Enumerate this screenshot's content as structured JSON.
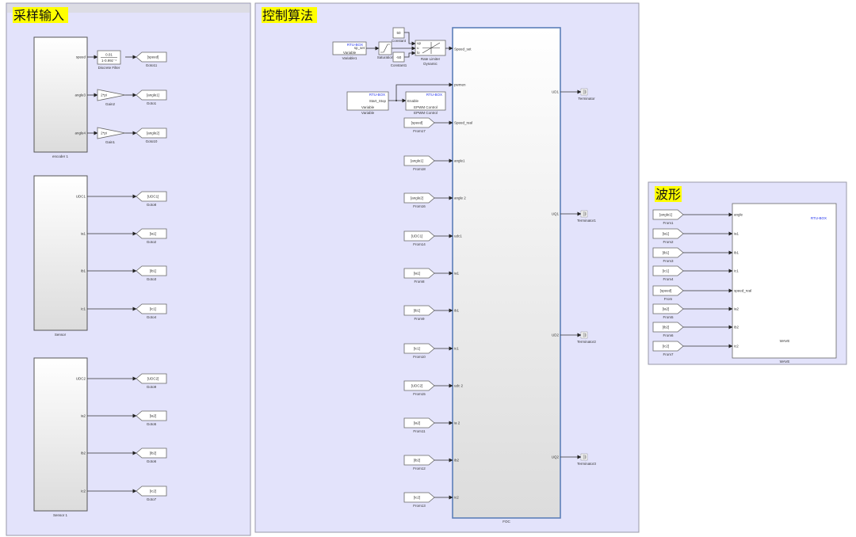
{
  "colors": {
    "panel_fill": "#e3e3fb",
    "panel_border": "#9a9aa8",
    "title_highlight": "#ffff00",
    "rtu_text": "#2233ee",
    "foc_border": "#5c7fb8"
  },
  "sampling": {
    "title": "采样输入",
    "subsystems": [
      {
        "label": "encoder 1",
        "ports": [
          "speed",
          "angle3",
          "angle4"
        ]
      },
      {
        "label": "Sensor",
        "ports": [
          "UDC1",
          "ia1",
          "ib1",
          "ic1"
        ]
      },
      {
        "label": "Sensor 1",
        "ports": [
          "UDC2",
          "ia2",
          "ib2",
          "ic2"
        ]
      }
    ],
    "discrete_filter": {
      "num": "0.01",
      "den": "1-0.99z⁻¹",
      "label": "Discrete Filter"
    },
    "gains": [
      {
        "value": "2*pi",
        "label": "Gain2"
      },
      {
        "value": "2*pi",
        "label": "Gain1"
      }
    ],
    "gotos": [
      [
        {
          "tag": "[speed]",
          "label": "Goto11"
        },
        {
          "tag": "[angle1]",
          "label": "Goto1"
        },
        {
          "tag": "[angle2]",
          "label": "Goto10"
        }
      ],
      [
        {
          "tag": "[UDC1]",
          "label": "Goto8"
        },
        {
          "tag": "[ia1]",
          "label": "Goto2"
        },
        {
          "tag": "[ib1]",
          "label": "Goto3"
        },
        {
          "tag": "[ic1]",
          "label": "Goto4"
        }
      ],
      [
        {
          "tag": "[UDC2]",
          "label": "Goto9"
        },
        {
          "tag": "[ia2]",
          "label": "Goto5"
        },
        {
          "tag": "[ib2]",
          "label": "Goto6"
        },
        {
          "tag": "[ic2]",
          "label": "Goto7"
        }
      ]
    ]
  },
  "control": {
    "title": "控制算法",
    "variable1": {
      "brand": "RTU-BOX",
      "port": "sp_set",
      "type": "Variable",
      "label": "Variable1"
    },
    "saturation": {
      "label": "Saturation"
    },
    "constant": {
      "value": "50",
      "label": "Constant"
    },
    "constant1": {
      "value": "-50",
      "label": "Constant1"
    },
    "rate_limiter": {
      "label": "Rate Limiter",
      "label2": "Dynamic",
      "ports": [
        "up",
        "u",
        "lo"
      ]
    },
    "variable": {
      "brand": "RTU-BOX",
      "port": "Start_Stop",
      "type": "Variable",
      "label": "Variable"
    },
    "epwm": {
      "brand": "RTU-BOX",
      "port": "Enable",
      "type": "EPWM Control",
      "label": "EPWM Control"
    },
    "foc": {
      "label": "FOC",
      "inputs": [
        "Speed_set",
        "pwmen",
        "Speed_real",
        "angle1",
        "angle 2",
        "udc1",
        "ia1",
        "ib1",
        "ic1",
        "udc 2",
        "ia 2",
        "ib2",
        "ic2"
      ],
      "outputs": [
        "UD1",
        "UQ1",
        "UD2",
        "UQ2"
      ]
    },
    "froms": [
      {
        "tag": "[speed]",
        "label": "From17"
      },
      {
        "tag": "[angle1]",
        "label": "From18"
      },
      {
        "tag": "[angle2]",
        "label": "From16"
      },
      {
        "tag": "[UDC1]",
        "label": "From14"
      },
      {
        "tag": "[ia1]",
        "label": "From8"
      },
      {
        "tag": "[ib1]",
        "label": "From9"
      },
      {
        "tag": "[ic1]",
        "label": "From10"
      },
      {
        "tag": "[UDC2]",
        "label": "From15"
      },
      {
        "tag": "[ia2]",
        "label": "From11"
      },
      {
        "tag": "[ib2]",
        "label": "From12"
      },
      {
        "tag": "[ic2]",
        "label": "From13"
      }
    ],
    "terminators": [
      "Terminator",
      "Terminator1",
      "Terminator2",
      "Terminator3"
    ]
  },
  "wave": {
    "title": "波形",
    "block": {
      "brand": "RTU-BOX",
      "name": "WAVE",
      "label": "WAVE",
      "inputs": [
        "angle",
        "ia1",
        "ib1",
        "ic1",
        "speed_real",
        "ia2",
        "ib2",
        "ic2"
      ]
    },
    "froms": [
      {
        "tag": "[angle1]",
        "label": "From1"
      },
      {
        "tag": "[ia1]",
        "label": "From2"
      },
      {
        "tag": "[ib1]",
        "label": "From3"
      },
      {
        "tag": "[ic1]",
        "label": "From4"
      },
      {
        "tag": "[speed]",
        "label": "From"
      },
      {
        "tag": "[ia2]",
        "label": "From5"
      },
      {
        "tag": "[ib2]",
        "label": "From6"
      },
      {
        "tag": "[ic2]",
        "label": "From7"
      }
    ]
  }
}
